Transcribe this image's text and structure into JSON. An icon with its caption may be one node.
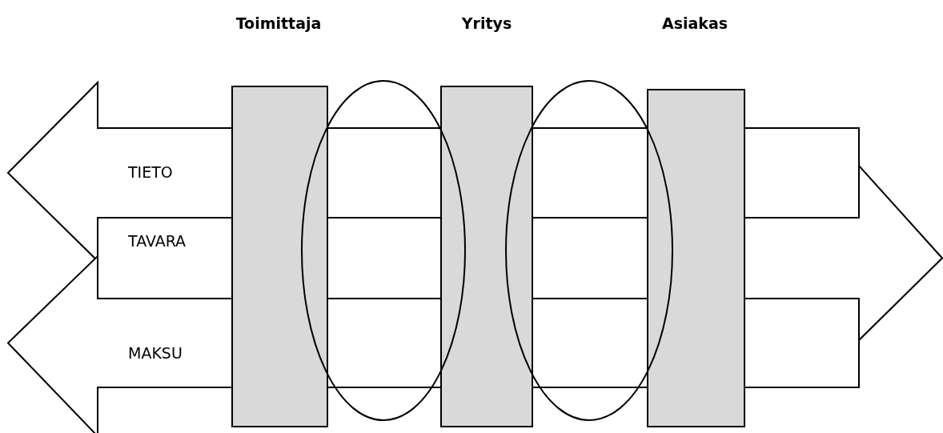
{
  "diagram": {
    "nodes": [
      {
        "text": [],
        "shape": "bar"
      },
      {
        "text": [],
        "shape": "bar"
      },
      {
        "text": [],
        "shape": "bar"
      },
      {
        "text": [
          "TIETO"
        ]
      },
      {
        "text": [
          "TAVARA"
        ]
      },
      {
        "text": [
          "MAKSU"
        ]
      },
      {
        "text": [],
        "shape": "ellipse"
      },
      {
        "text": [],
        "shape": "ellipse"
      }
    ],
    "labels": [
      "Toimittaja",
      "Yritys",
      "Asiakas"
    ]
  }
}
